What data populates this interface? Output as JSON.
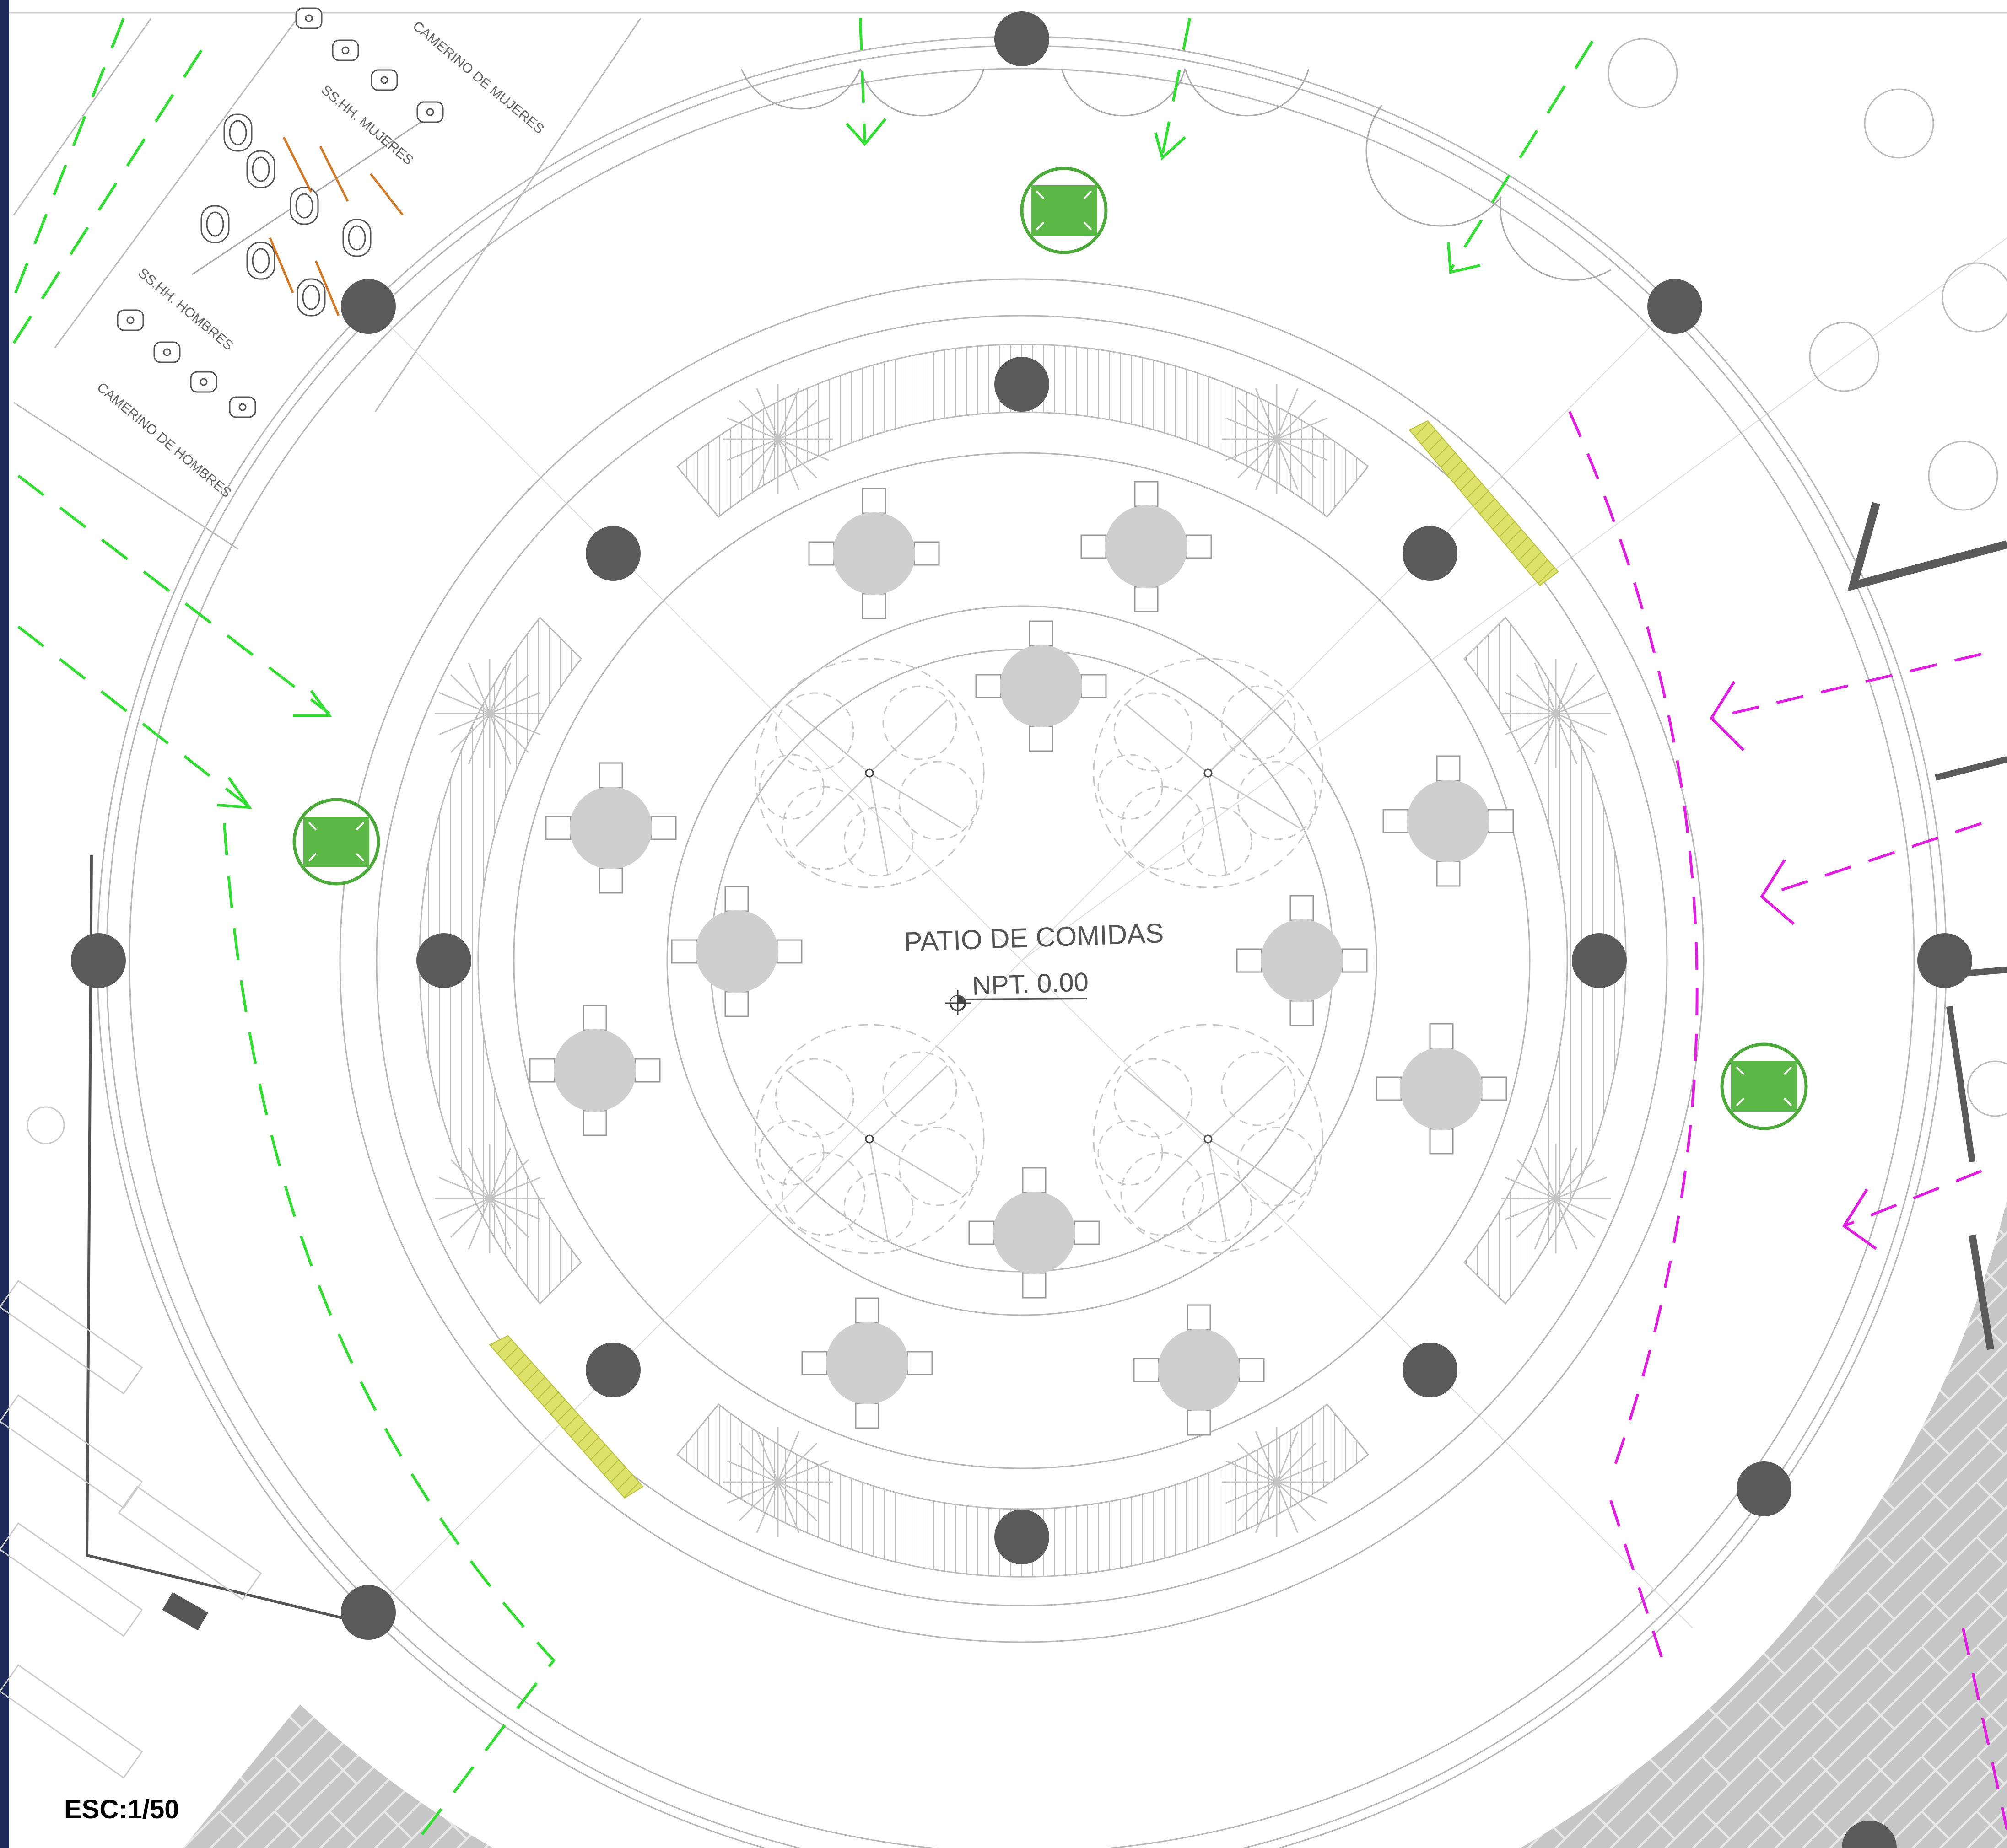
{
  "labels": {
    "main_title": "PATIO DE COMIDAS",
    "level": "NPT. 0.00",
    "scale": "ESC:1/50",
    "women_dressing_room": "CAMERINO DE MUJERES",
    "women_restroom": "SS.HH. MUJERES",
    "men_restroom": "SS.HH. HOMBRES",
    "men_dressing_room": "CAMERINO DE HOMBRES"
  },
  "colors": {
    "background": "#ffffff",
    "plan_line": "#bbbbbb",
    "column": "#5a5a5a",
    "table": "#cfcfcf",
    "chair_line": "#999999",
    "green_evacuation_route": "#33dd33",
    "magenta_route": "#e020e0",
    "safety_sign_fill": "#5cb846",
    "safety_sign_ring": "#4caa3a",
    "yellow_hatch": "#dde36a",
    "paving": "#c6c6c6",
    "toilet_door": "#d07a2a",
    "frame_border": "#1e2a5a"
  },
  "icons": {
    "safety_sign": "safe-zone-sign-icon",
    "level_marker": "level-marker-icon",
    "column": "column-icon",
    "tree": "tree-canopy-icon",
    "palm": "palm-icon"
  }
}
